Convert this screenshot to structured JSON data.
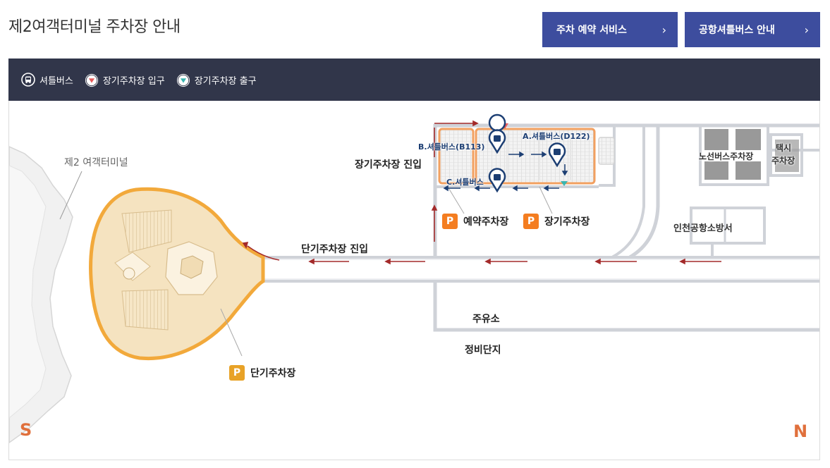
{
  "header": {
    "title": "제2여객터미널 주차장 안내",
    "buttons": [
      {
        "label": "주차 예약 서비스",
        "chevron": "›"
      },
      {
        "label": "공항셔틀버스 안내",
        "chevron": "›"
      }
    ]
  },
  "legend": {
    "items": [
      {
        "label": "셔틀버스",
        "icon": "bus-icon"
      },
      {
        "label": "장기주차장 입구",
        "icon": "entrance-triangle-icon"
      },
      {
        "label": "장기주차장 출구",
        "icon": "exit-triangle-icon"
      }
    ]
  },
  "map": {
    "terminal_label": "제2 여객터미널",
    "long_term_entry": "장기주차장 진입",
    "short_term_entry": "단기주차장 진입",
    "shuttle_a": "A.셔틀버스(D122)",
    "shuttle_b": "B.셔틀버스(B113)",
    "shuttle_c": "C.셔틀버스",
    "reserve_lot": "예약주차장",
    "long_term_lot": "장기주차장",
    "short_term_lot": "단기주차장",
    "parking_badge": "P",
    "route_bus_lot": "노선버스주차장",
    "taxi_lot_line1": "택시",
    "taxi_lot_line2": "주차장",
    "fire_station": "인천공항소방서",
    "gas_station": "주유소",
    "maintenance": "정비단지",
    "compass_south": "S",
    "compass_north": "N"
  },
  "colors": {
    "button_bg": "#3d4d9e",
    "legend_bg": "#31364a",
    "parking_orange": "#f47d20",
    "short_term_gold": "#e8a227",
    "entrance_red": "#e65a5a",
    "exit_teal": "#3ab5b0",
    "arrow_red": "#a32a2a",
    "compass": "#e0703c"
  }
}
